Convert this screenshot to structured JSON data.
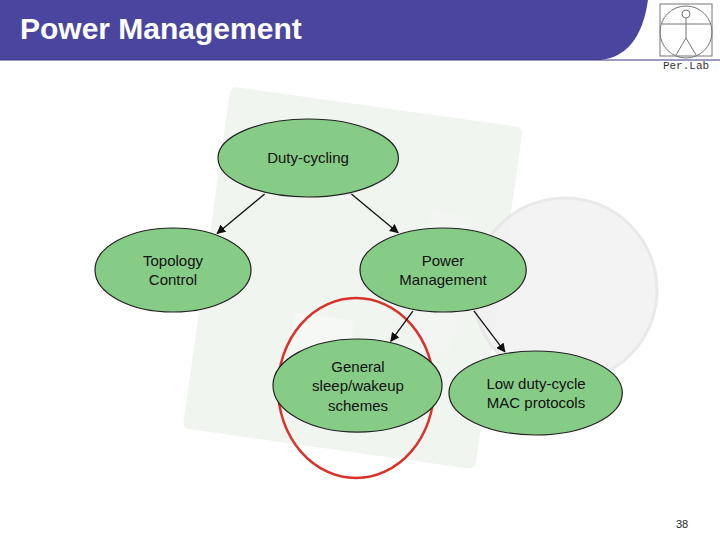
{
  "diagram": {
    "title": "Power Management",
    "nodes": [
      {
        "text": [
          "Duty-cycling"
        ]
      },
      {
        "text": [
          "Topology Control"
        ]
      },
      {
        "text": [
          "Power Management"
        ]
      },
      {
        "text": [
          "General sleep/wakeup schemes"
        ]
      },
      {
        "text": [
          "Low duty-cycle MAC protocols"
        ]
      }
    ],
    "edges": [
      {
        "from": 0,
        "to": 1,
        "arrow": "to"
      },
      {
        "from": 0,
        "to": 2,
        "arrow": "to"
      },
      {
        "from": 2,
        "to": 3,
        "arrow": "to"
      },
      {
        "from": 2,
        "to": 4,
        "arrow": "to"
      }
    ],
    "labels": [
      "Per.Lab",
      "38"
    ]
  }
}
